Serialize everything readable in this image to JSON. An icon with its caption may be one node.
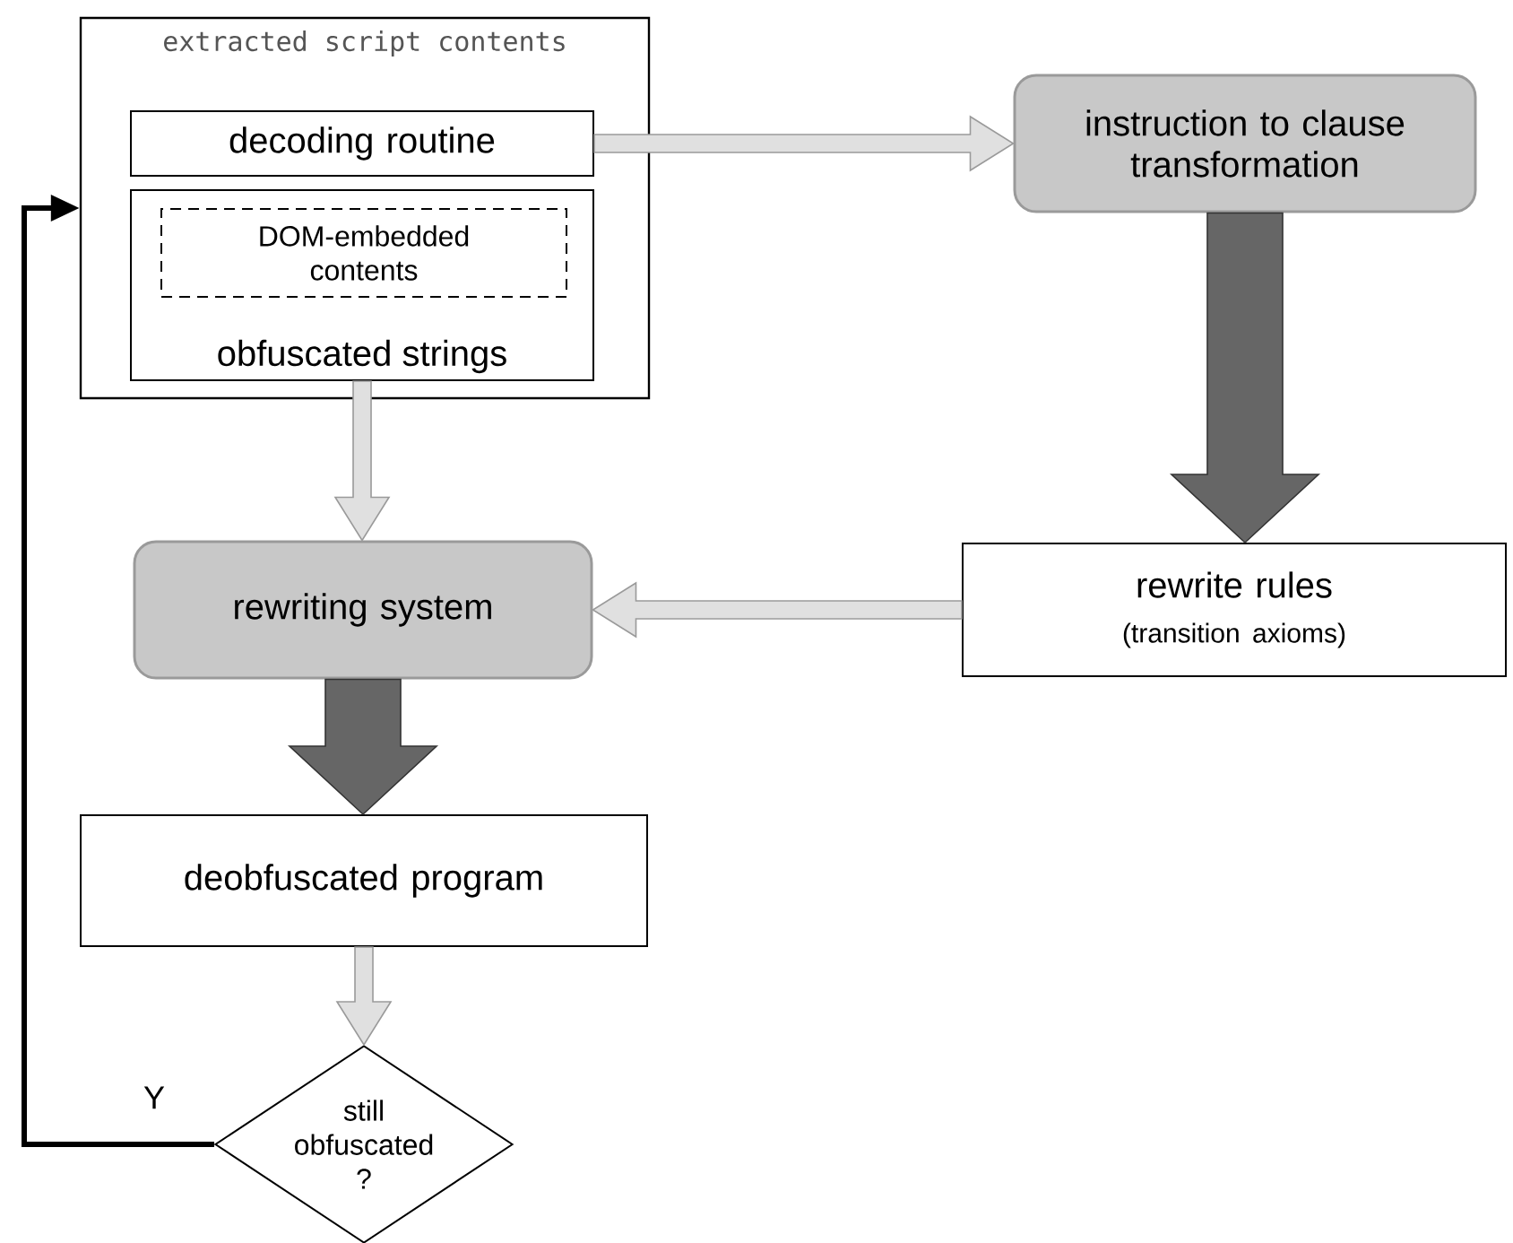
{
  "diagram": {
    "nodes": [
      {
        "text": [
          "extracted script contents"
        ]
      },
      {
        "text": [
          "decoding routine"
        ],
        "in": 0
      },
      {
        "text": [
          "obfuscated strings"
        ],
        "in": 0
      },
      {
        "text": [
          "DOM-embedded contents"
        ],
        "in": 2
      },
      {
        "text": [
          "instruction to clause transformation"
        ]
      },
      {
        "text": [
          "rewriting system"
        ]
      },
      {
        "text": [
          "rewrite rules",
          "(transition axioms)"
        ]
      },
      {
        "text": [
          "deobfuscated program"
        ]
      },
      {
        "text": [
          "still obfuscated ?"
        ]
      }
    ],
    "edges": [
      {
        "from": 1,
        "to": 4,
        "arrow": "to"
      },
      {
        "from": 2,
        "to": 5,
        "arrow": "to"
      },
      {
        "from": 4,
        "to": 6,
        "arrow": "to",
        "style": "thick"
      },
      {
        "from": 6,
        "to": 5,
        "arrow": "to"
      },
      {
        "from": 5,
        "to": 7,
        "arrow": "to",
        "style": "thick"
      },
      {
        "from": 7,
        "to": 8,
        "arrow": "to"
      },
      {
        "from": 8,
        "to": 0,
        "arrow": "to",
        "label": "Y",
        "color": "#000000"
      }
    ]
  }
}
